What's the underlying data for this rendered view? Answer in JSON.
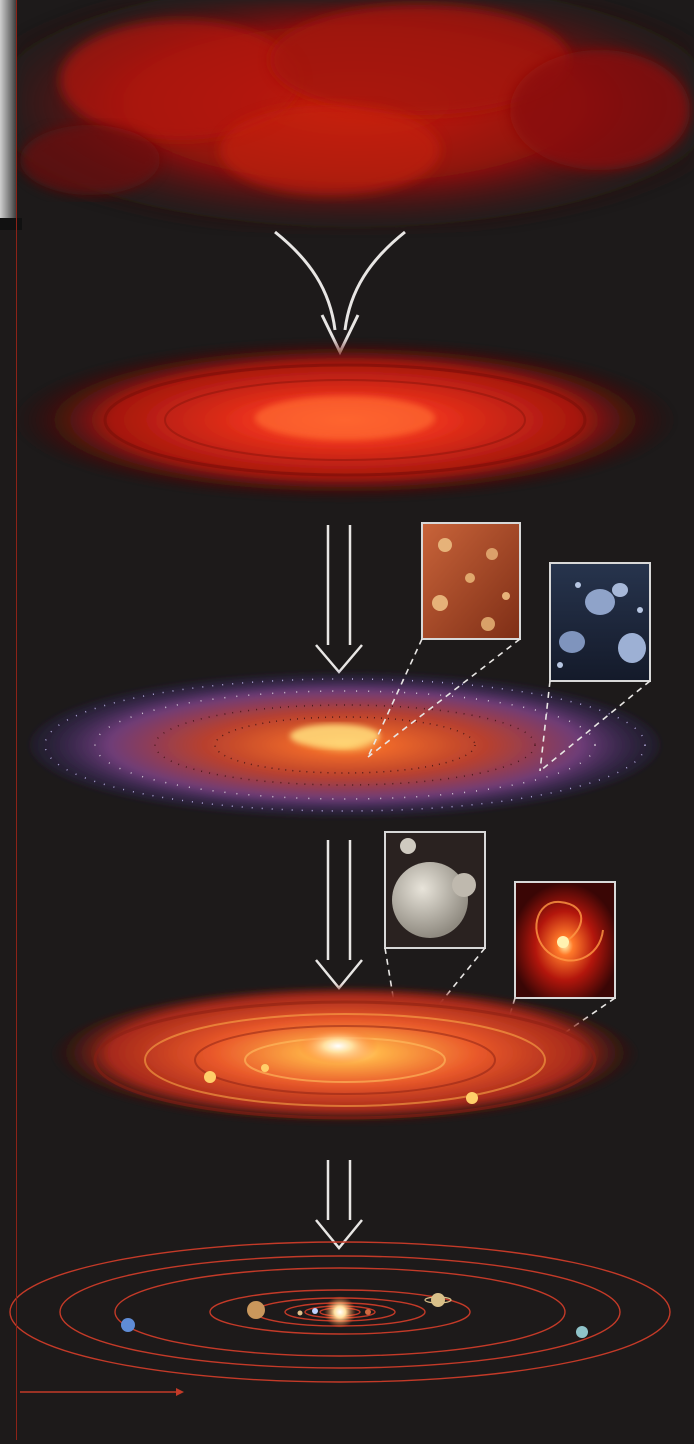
{
  "scene": {
    "stages": [
      {
        "name": "molecular-cloud"
      },
      {
        "name": "collapsing-disk"
      },
      {
        "name": "dust-disk-with-grains"
      },
      {
        "name": "protoplanetary-disk"
      },
      {
        "name": "solar-system"
      }
    ],
    "insets": [
      {
        "name": "dust-grains-inset"
      },
      {
        "name": "ice-grains-inset"
      },
      {
        "name": "moon-inset"
      },
      {
        "name": "spiral-vortex-inset"
      }
    ],
    "colors": {
      "background": "#1d1a1a",
      "cloud": "#b5140a",
      "disk": "#e2301a",
      "dust": "#4a3a8c",
      "arrow": "#e8e6e4",
      "orbit": "#c43a28"
    }
  }
}
